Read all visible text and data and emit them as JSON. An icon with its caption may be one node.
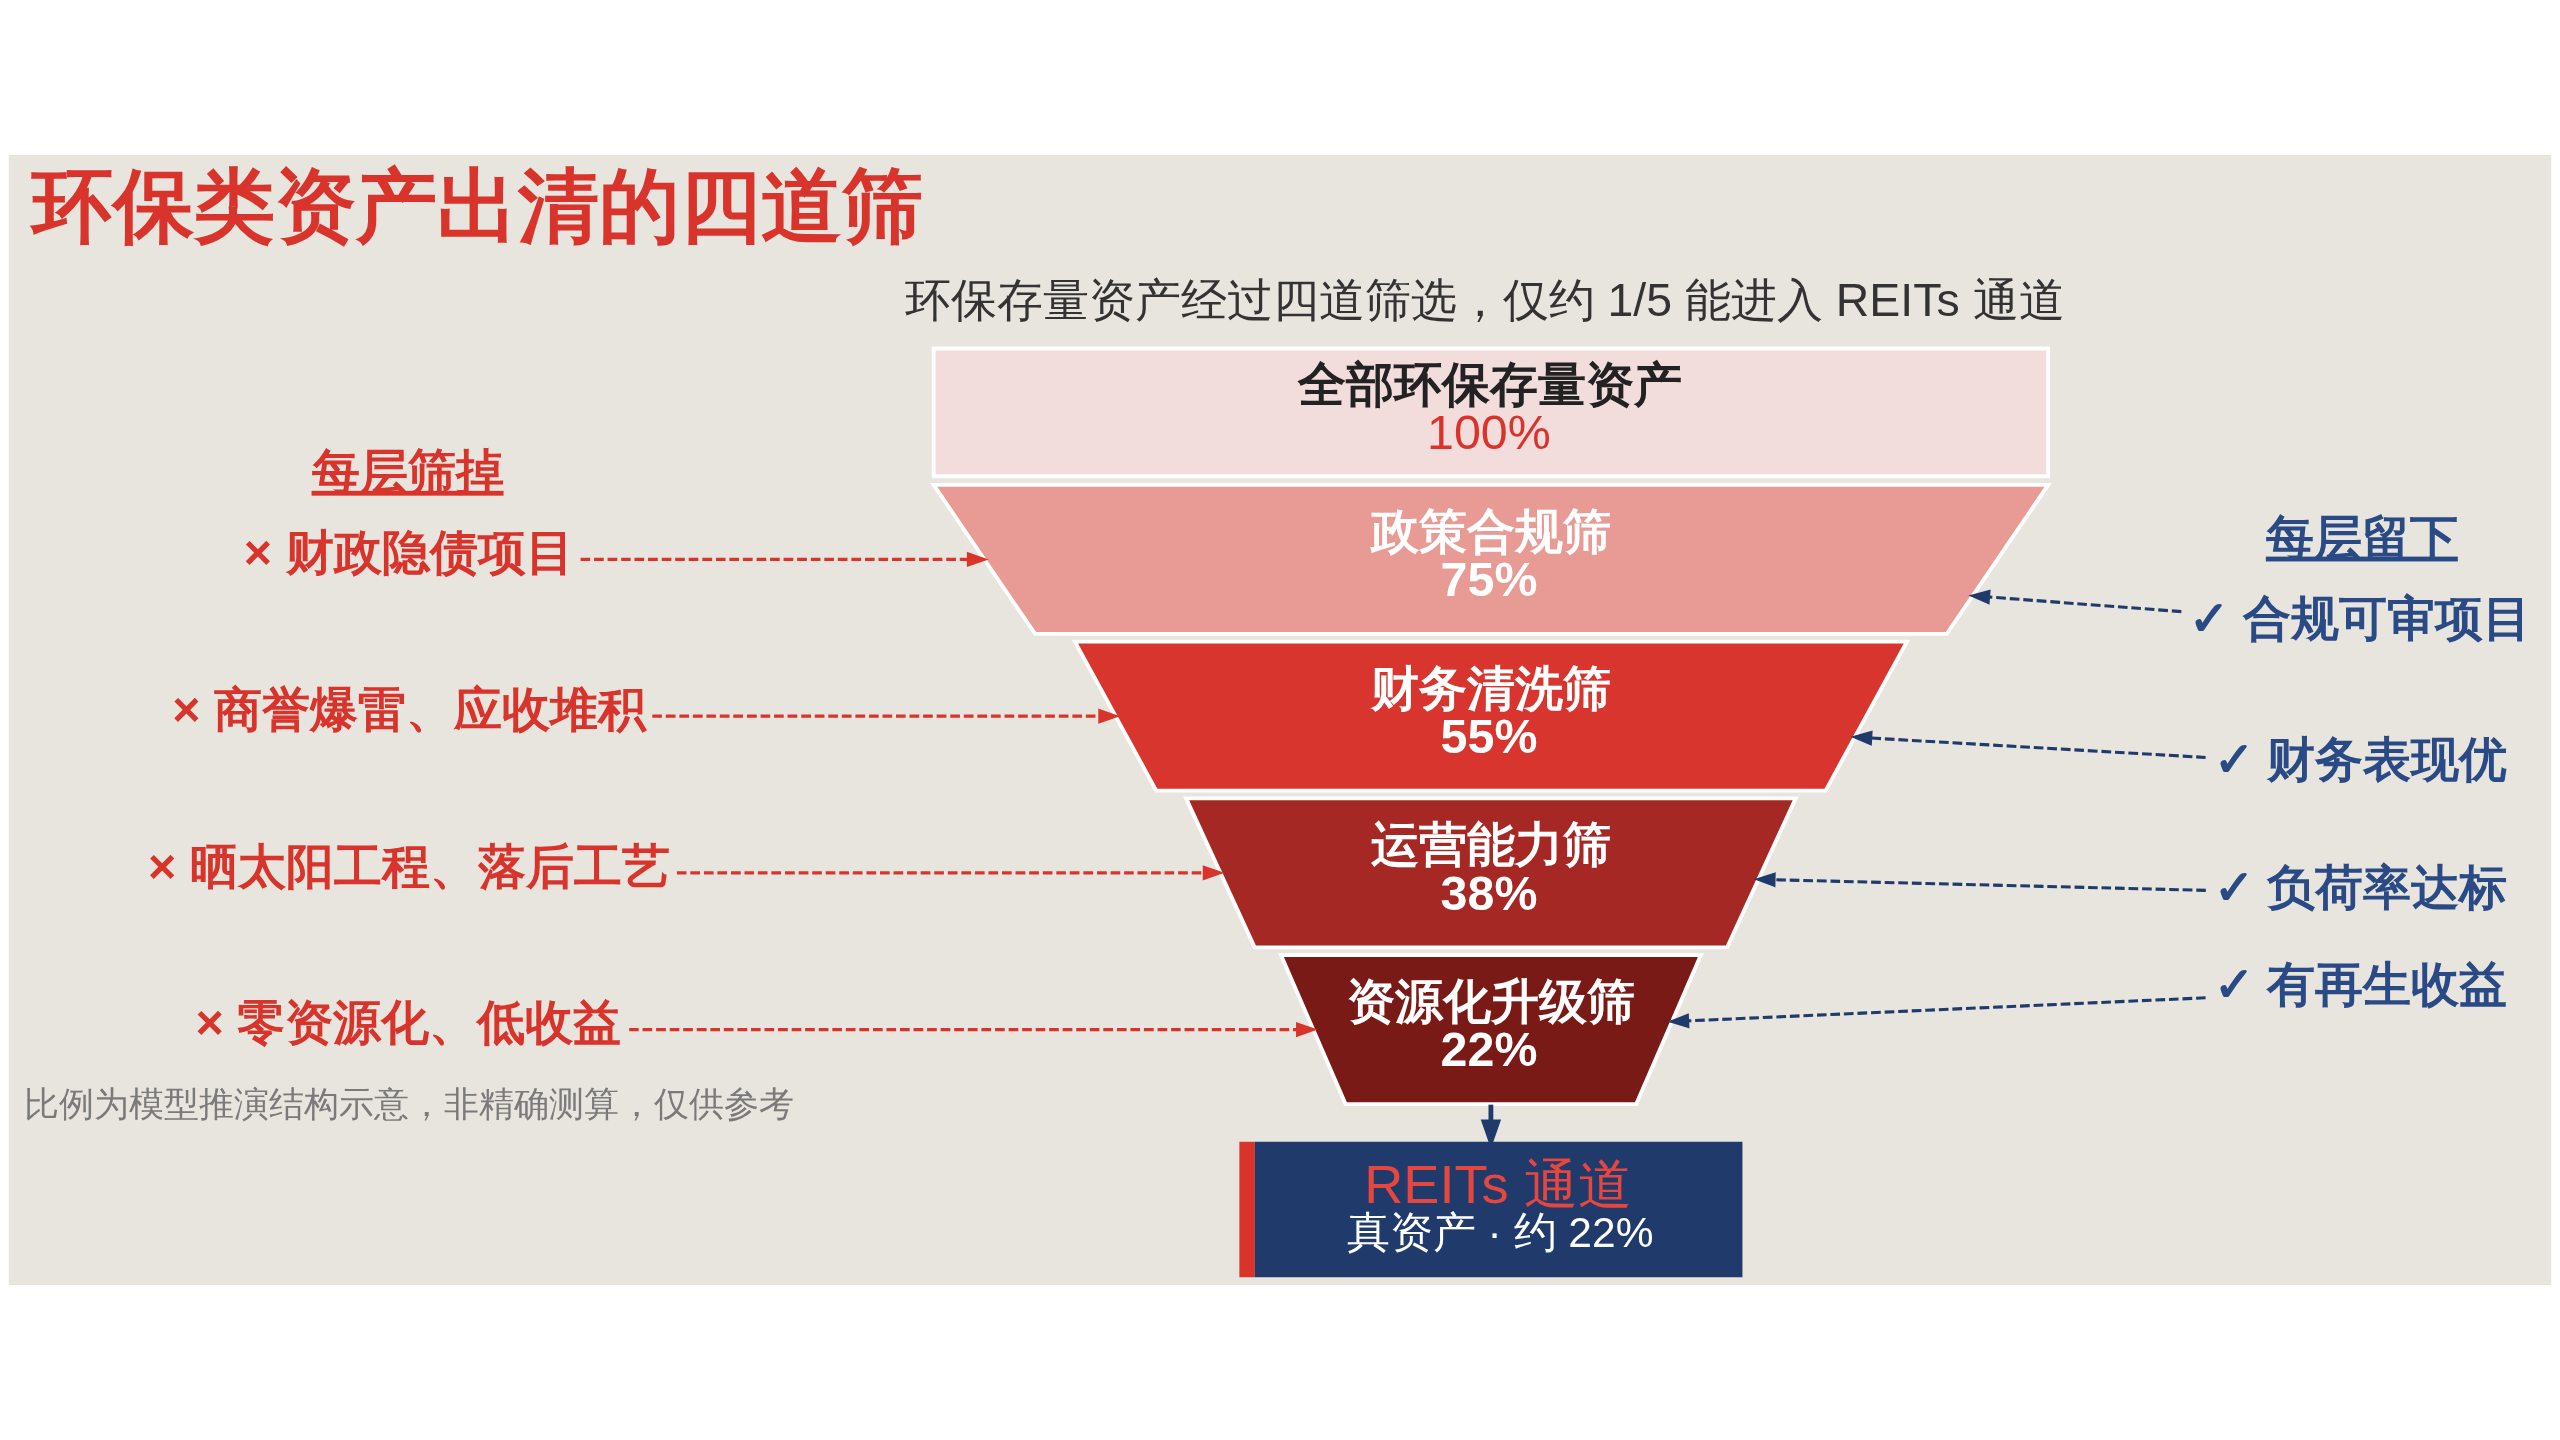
{
  "diagram": {
    "title": "环保类资产出清的四道筛",
    "caption": "比例为模型推演结构示意，非精确测算，仅供参考",
    "nodes": [
      {
        "text": [
          "全部环保存量资产",
          "100%"
        ]
      },
      {
        "text": [
          "政策合规筛",
          "75%"
        ]
      },
      {
        "text": [
          "财务清洗筛",
          "55%"
        ]
      },
      {
        "text": [
          "运营能力筛",
          "38%"
        ]
      },
      {
        "text": [
          "资源化升级筛",
          "22%"
        ]
      },
      {
        "text": [
          "REITs 通道",
          "真资产 · 约 22%"
        ]
      },
      {
        "text": [
          "× 财政隐债项目"
        ]
      },
      {
        "text": [
          "× 商誉爆雷、应收堆积"
        ]
      },
      {
        "text": [
          "× 晒太阳工程、落后工艺"
        ]
      },
      {
        "text": [
          "× 零资源化、低收益"
        ]
      },
      {
        "text": [
          "✓ 合规可审项目"
        ]
      },
      {
        "text": [
          "✓ 财务表现优"
        ]
      },
      {
        "text": [
          "✓ 负荷率达标"
        ]
      },
      {
        "text": [
          "✓ 有再生收益"
        ]
      }
    ],
    "edges": [
      {
        "from": 6,
        "to": 1,
        "arrow": "to",
        "style": "dashed",
        "color": "#d9342b"
      },
      {
        "from": 7,
        "to": 2,
        "arrow": "to",
        "style": "dashed",
        "color": "#d9342b"
      },
      {
        "from": 8,
        "to": 3,
        "arrow": "to",
        "style": "dashed",
        "color": "#d9342b"
      },
      {
        "from": 9,
        "to": 4,
        "arrow": "to",
        "style": "dashed",
        "color": "#d9342b"
      },
      {
        "from": 10,
        "to": 1,
        "arrow": "to",
        "style": "dashed"
      },
      {
        "from": 11,
        "to": 2,
        "arrow": "to",
        "style": "dashed"
      },
      {
        "from": 12,
        "to": 3,
        "arrow": "to",
        "style": "dashed"
      },
      {
        "from": 13,
        "to": 4,
        "arrow": "to",
        "style": "dashed"
      },
      {
        "from": 4,
        "to": 5,
        "arrow": "to"
      }
    ],
    "labels": [
      "环保存量资产经过四道筛选，仅约 1/5 能进入 REITs 通道",
      "每层筛掉",
      "每层留下"
    ]
  }
}
